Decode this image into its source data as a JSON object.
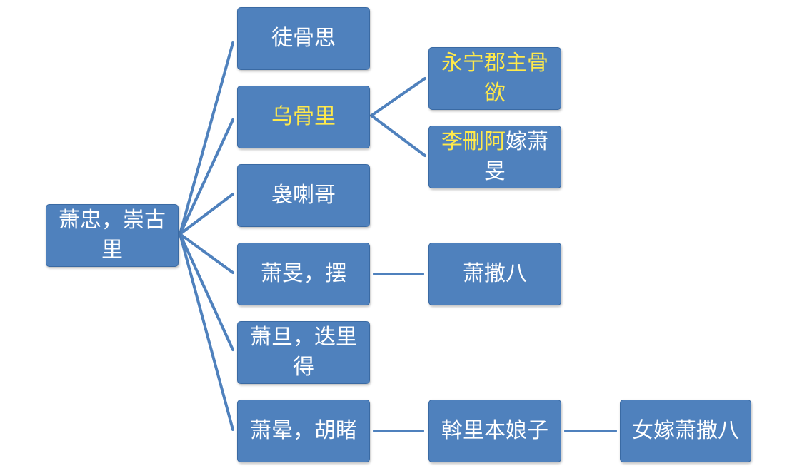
{
  "diagram": {
    "root": {
      "label": "萧忠，崇古里"
    },
    "children": [
      {
        "label": "徒骨思"
      },
      {
        "label_hl": "乌骨里"
      },
      {
        "label": "袅喇哥"
      },
      {
        "label": "萧旻，摆"
      },
      {
        "label": "萧旦，迭里得"
      },
      {
        "label": "萧晕，胡睹"
      }
    ],
    "grandchildren": {
      "yongning": {
        "label_hl": "永宁郡主骨欲"
      },
      "lishua": {
        "label_hl": "李刪阿",
        "label": "嫁萧旻"
      },
      "sababa": {
        "label": "萧撒八"
      },
      "wanli": {
        "label": "斡里本娘子"
      },
      "daughter": {
        "label": "女嫁萧撒八"
      }
    },
    "colors": {
      "node_fill": "#4f81bd",
      "line": "#4f81bd",
      "highlight_text": "#ffe94a"
    }
  }
}
